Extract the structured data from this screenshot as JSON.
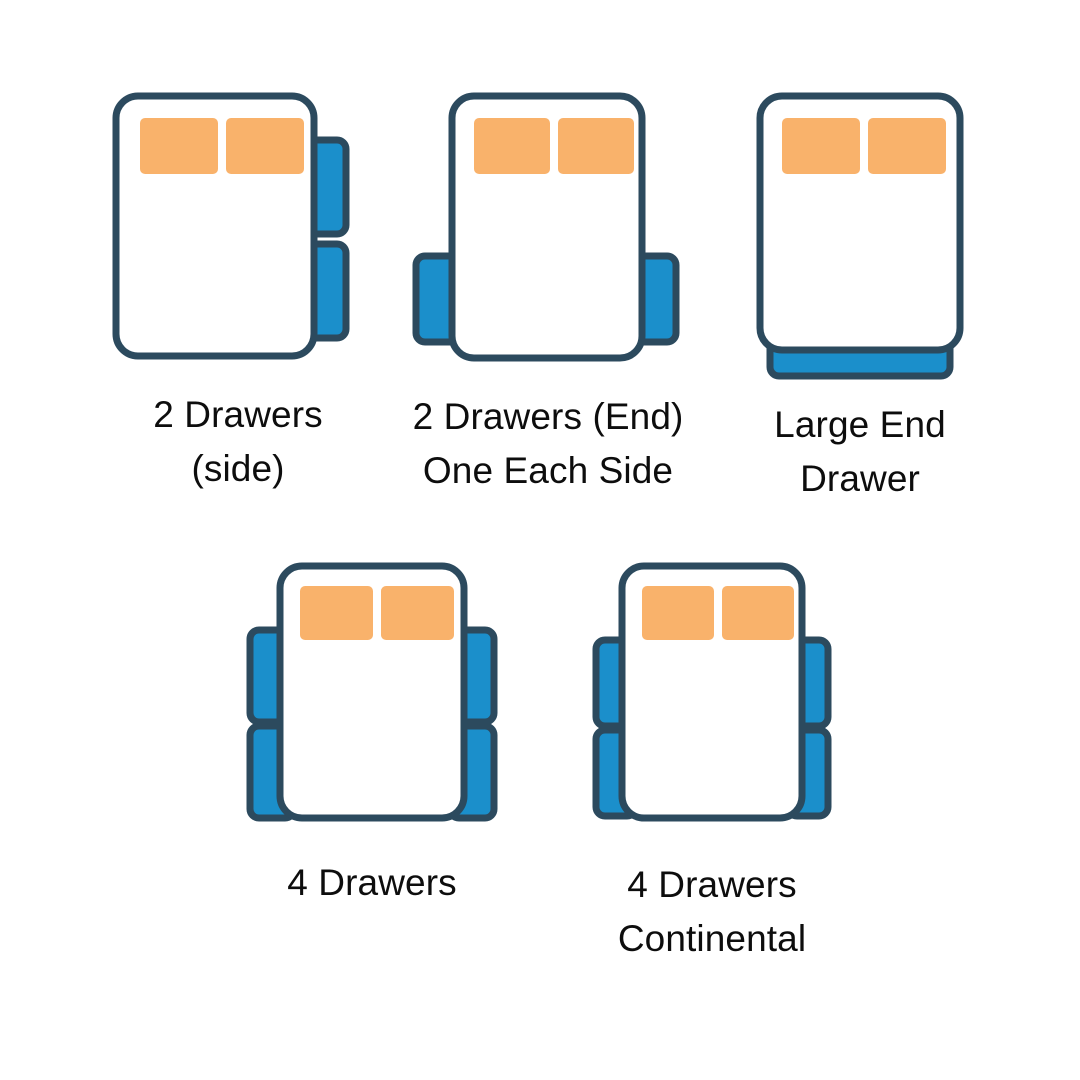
{
  "diagram": {
    "title_visible": false,
    "background_color": "#ffffff",
    "palette": {
      "outline": "#2C4A5E",
      "drawer_fill": "#1B8FCB",
      "pillow_fill": "#F9B26B",
      "mattress_fill": "#ffffff",
      "label_text": "#0d0d0d"
    },
    "options": [
      {
        "id": "two-drawers-side",
        "label_lines": [
          "2 Drawers",
          "(side)"
        ],
        "drawer_count": 2,
        "drawer_placement": "right side, two stacked",
        "pillow_count": 2
      },
      {
        "id": "two-drawers-end-one-each-side",
        "label_lines": [
          "2 Drawers (End)",
          "One Each Side"
        ],
        "drawer_count": 2,
        "drawer_placement": "one on each side, toward the foot",
        "pillow_count": 2
      },
      {
        "id": "large-end-drawer",
        "label_lines": [
          "Large End",
          "Drawer"
        ],
        "drawer_count": 1,
        "drawer_placement": "single wide drawer across the foot",
        "pillow_count": 2
      },
      {
        "id": "four-drawers",
        "label_lines": [
          "4 Drawers"
        ],
        "drawer_count": 4,
        "drawer_placement": "two on each side",
        "pillow_count": 2
      },
      {
        "id": "four-drawers-continental",
        "label_lines": [
          "4 Drawers",
          "Continental"
        ],
        "drawer_count": 4,
        "drawer_placement": "two on each side, continental style",
        "pillow_count": 2
      }
    ]
  }
}
